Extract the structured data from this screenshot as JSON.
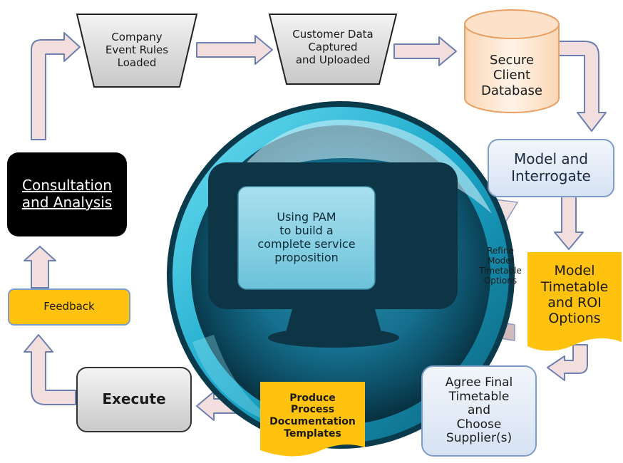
{
  "nodes": {
    "company_event_rules": "Company\nEvent Rules\nLoaded",
    "customer_data": "Customer Data\nCaptured\nand Uploaded",
    "secure_client_database": "Secure\nClient\nDatabase",
    "model_and_interrogate": "Model and\nInterrogate",
    "refine_model": "Refine\nModel\nTimetable\nOptions",
    "model_timetable_roi": "Model\nTimetable\nand ROI\nOptions",
    "agree_final_timetable": "Agree Final\nTimetable\nand\nChoose\nSupplier(s)",
    "produce_process_documentation": "Produce\nProcess\nDocumentation\nTemplates",
    "execute": "Execute",
    "feedback": "Feedback",
    "consultation_and_analysis": "Consultation\nand Analysis",
    "center_text": "Using PAM\nto build a\ncomplete service\nproposition"
  },
  "colors": {
    "arrow_fill": "#f3dede",
    "arrow_stroke": "#6b7fb0",
    "trapezoid_fill": "#dcdcdc",
    "database_fill": "#fde7d2",
    "database_stroke": "#e8a064",
    "blue_box_fill": "#e3ebf7",
    "blue_box_stroke": "#7e9cc8",
    "yellow_fill": "#ffc20e",
    "black_box_fill": "#000000",
    "orb_dark": "#0a3b4d",
    "orb_teal": "#1fa3c4"
  },
  "icons": [
    "computer-monitor-icon",
    "database-cylinder-icon"
  ]
}
